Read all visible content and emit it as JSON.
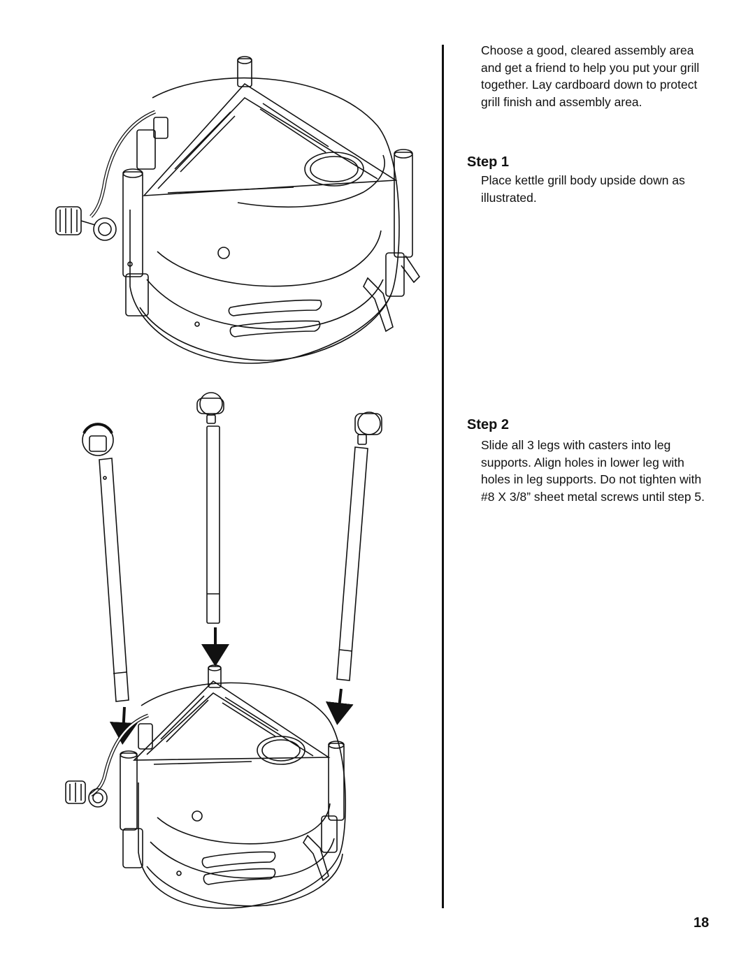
{
  "intro": "Choose a good, cleared assembly area and get a friend to help you put your grill together. Lay cardboard down to protect grill finish and assembly area.",
  "steps": [
    {
      "title": "Step 1",
      "text": "Place kettle grill body upside down as illustrated."
    },
    {
      "title": "Step 2",
      "text": "Slide all 3 legs with casters into leg supports. Align holes in lower leg with holes in leg supports. Do not tighten with #8 X 3/8” sheet metal screws until step 5."
    }
  ],
  "page_number": "18"
}
